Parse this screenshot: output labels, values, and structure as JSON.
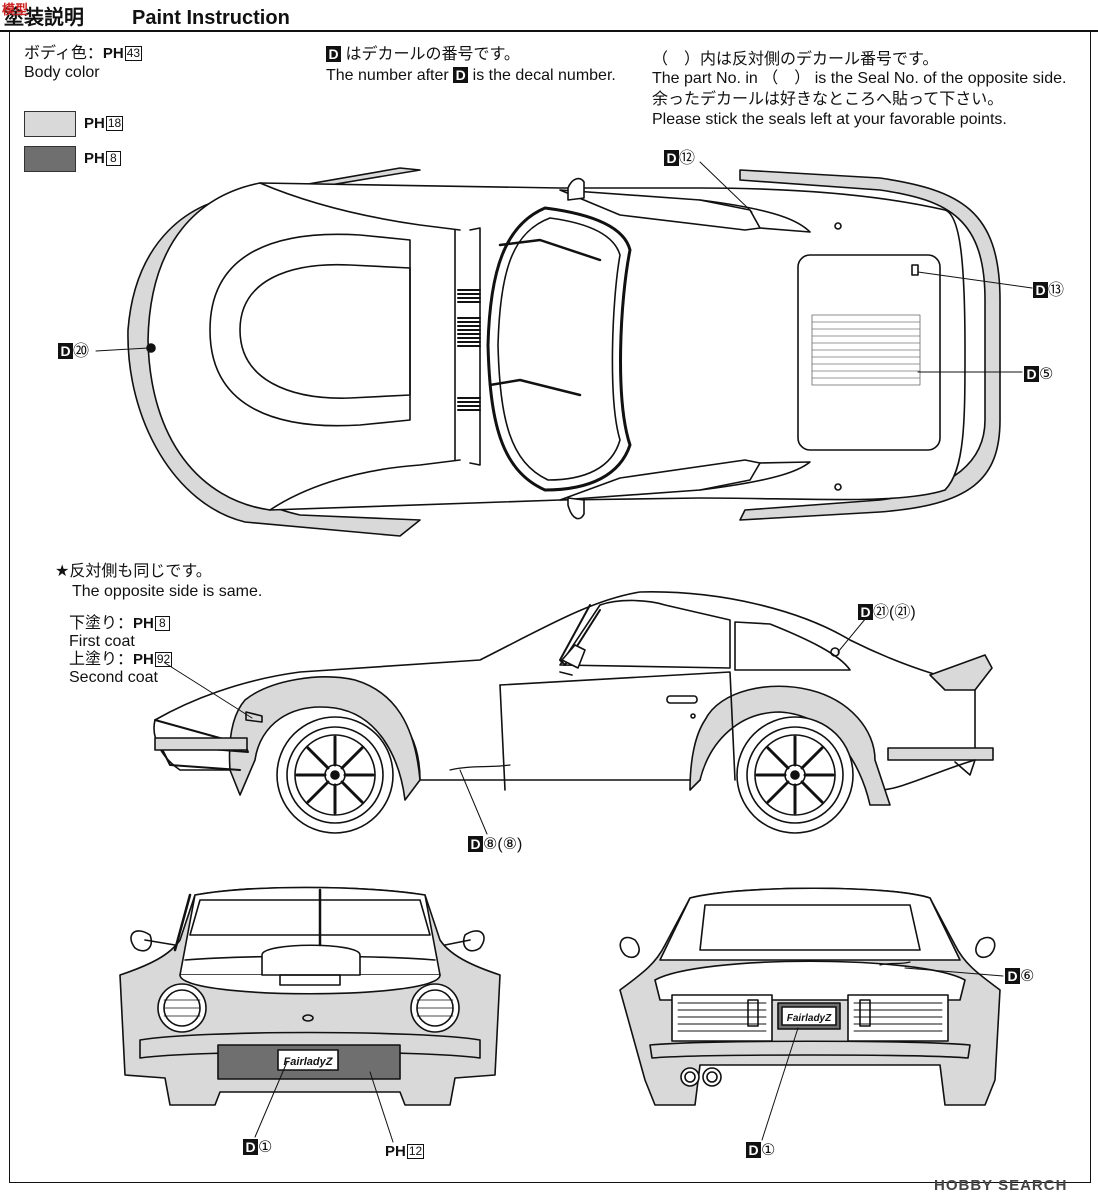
{
  "header": {
    "title_jp": "塗装説明",
    "title_en": "Paint Instruction"
  },
  "body_color": {
    "label_jp": "ボディ色：",
    "code_prefix": "PH",
    "code": "43",
    "label_en": "Body color"
  },
  "swatches": [
    {
      "code_prefix": "PH",
      "code": "18",
      "color": "#d9d9d9"
    },
    {
      "code_prefix": "PH",
      "code": "8",
      "color": "#6f6f6f"
    }
  ],
  "decal_note": {
    "d": "D",
    "jp_suffix": "はデカールの番号です。",
    "en_before": "The number after",
    "en_after": "is the decal number."
  },
  "opposite_note": {
    "jp": "（　）内は反対側のデカール番号です。",
    "en": "The part No. in （　） is the Seal No. of the opposite side.",
    "jp2": "余ったデカールは好きなところへ貼って下さい。",
    "en2": "Please stick the seals left at your favorable points."
  },
  "same_note": {
    "jp": "★反対側も同じです。",
    "en": "The opposite side is same."
  },
  "coats": {
    "first_jp": "下塗り：",
    "first_code_prefix": "PH",
    "first_code": "8",
    "first_en": "First coat",
    "second_jp": "上塗り：",
    "second_code_prefix": "PH",
    "second_code": "92",
    "second_en": "Second coat"
  },
  "callouts": {
    "d12": {
      "d": "D",
      "num": "⑫"
    },
    "d13": {
      "d": "D",
      "num": "⑬"
    },
    "d5": {
      "d": "D",
      "num": "⑤"
    },
    "d20": {
      "d": "D",
      "num": "⑳"
    },
    "d21": {
      "d": "D",
      "num": "㉑",
      "opp": "(㉑)"
    },
    "d8": {
      "d": "D",
      "num": "⑧",
      "opp": "(⑧)"
    },
    "d6": {
      "d": "D",
      "num": "⑥"
    },
    "d1_front": {
      "d": "D",
      "num": "①"
    },
    "d1_rear": {
      "d": "D",
      "num": "①"
    },
    "ph12": {
      "code_prefix": "PH",
      "code": "12"
    }
  },
  "plates": {
    "front": "FairladyZ",
    "rear": "FairladyZ"
  },
  "watermarks": {
    "top_left": "模型",
    "bottom_right": "HOBBY SEARCH"
  },
  "colors": {
    "light_gray": "#d9d9d9",
    "dark_gray": "#6f6f6f",
    "ink": "#111111"
  }
}
